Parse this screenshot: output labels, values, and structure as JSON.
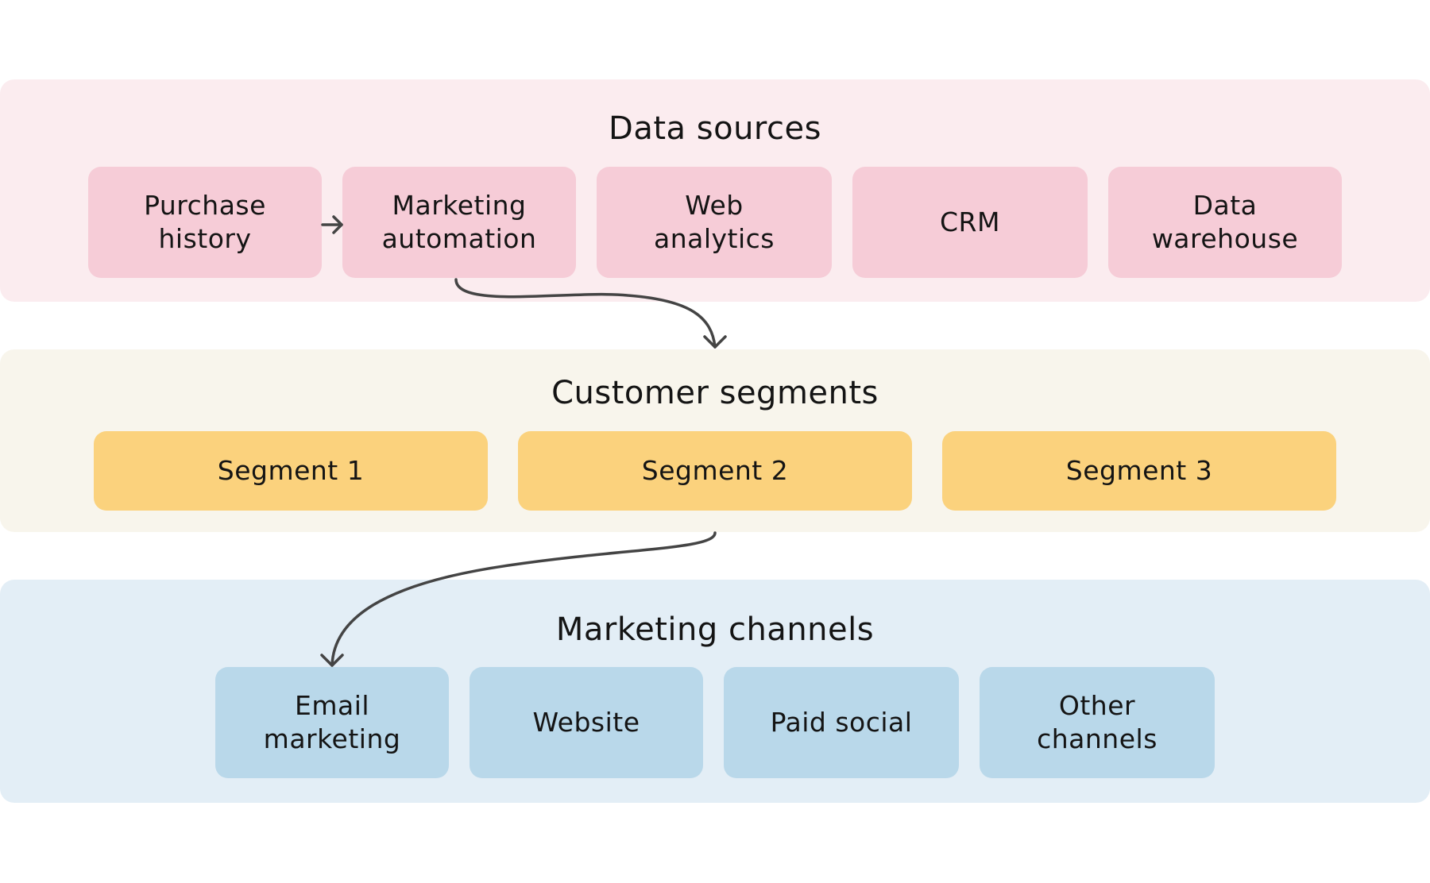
{
  "layers": {
    "sources": {
      "title": "Data sources",
      "items": [
        {
          "line1": "Purchase",
          "line2": "history"
        },
        {
          "line1": "Marketing",
          "line2": "automation"
        },
        {
          "line1": "Web",
          "line2": "analytics"
        },
        {
          "line1": "CRM",
          "line2": ""
        },
        {
          "line1": "Data",
          "line2": "warehouse"
        }
      ]
    },
    "segments": {
      "title": "Customer segments",
      "items": [
        "Segment 1",
        "Segment 2",
        "Segment 3"
      ]
    },
    "channels": {
      "title": "Marketing channels",
      "items": [
        {
          "line1": "Email",
          "line2": "marketing"
        },
        {
          "line1": "Website",
          "line2": ""
        },
        {
          "line1": "Paid social",
          "line2": ""
        },
        {
          "line1": "Other",
          "line2": "channels"
        }
      ]
    }
  },
  "colors": {
    "sources_band": "#fbecef",
    "sources_node": "#f6ccd7",
    "segments_band": "#f8f5ec",
    "segments_node": "#fbd27d",
    "channels_band": "#e3eef6",
    "channels_node": "#b9d8ea",
    "connector": "#444444"
  },
  "connections": [
    {
      "from": "Purchase history",
      "to": "Marketing automation"
    },
    {
      "from": "Marketing automation",
      "to": "Segment 2"
    },
    {
      "from": "Segment 2",
      "to": "Email marketing"
    }
  ]
}
